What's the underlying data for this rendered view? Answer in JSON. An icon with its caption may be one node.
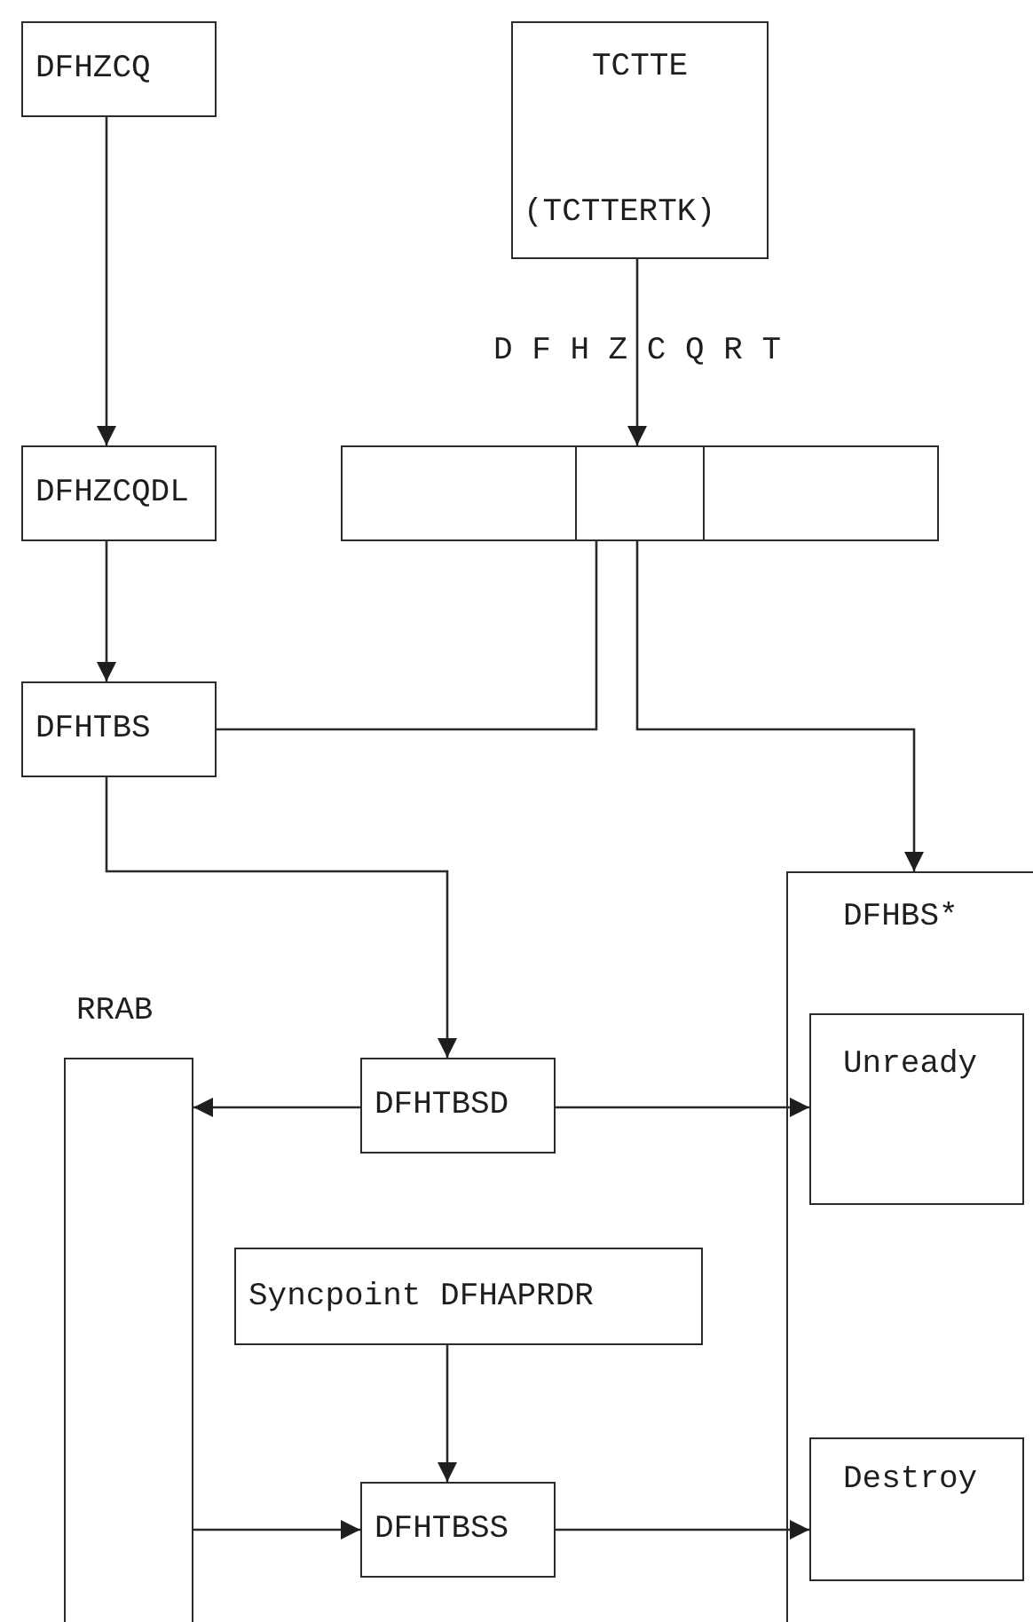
{
  "diagram": {
    "nodes": [
      {
        "text": [
          "DFHZCQ"
        ]
      },
      {
        "text": [
          "TCTTE",
          "(TCTTERTK)"
        ]
      },
      {
        "text": [
          "DFHZCQDL"
        ]
      },
      {
        "text": [],
        "shape": "box"
      },
      {
        "text": [],
        "shape": "box"
      },
      {
        "text": [],
        "shape": "box"
      },
      {
        "text": [
          "DFHTBS"
        ]
      },
      {
        "text": [
          "DFHBS*"
        ]
      },
      {
        "text": [
          "RRAB"
        ]
      },
      {
        "text": [
          "DFHTBSD"
        ]
      },
      {
        "text": [
          "Unready"
        ],
        "in": 7
      },
      {
        "text": [
          "Syncpoint DFHAPRDR"
        ]
      },
      {
        "text": [
          "Destroy"
        ],
        "in": 7
      },
      {
        "text": [
          "DFHTBSS"
        ]
      }
    ],
    "edges": [
      {
        "from": 0,
        "to": 2,
        "arrow": "to"
      },
      {
        "from": 1,
        "to": 4,
        "arrow": "to",
        "label": "D F H Z C Q R T"
      },
      {
        "from": 2,
        "to": 6,
        "arrow": "to"
      },
      {
        "from": 4,
        "to": 6,
        "arrow": "none"
      },
      {
        "from": 4,
        "to": 7,
        "arrow": "to"
      },
      {
        "from": 6,
        "to": 9,
        "arrow": "to"
      },
      {
        "from": 9,
        "to": 8,
        "arrow": "to"
      },
      {
        "from": 9,
        "to": 10,
        "arrow": "to"
      },
      {
        "from": 11,
        "to": 13,
        "arrow": "to"
      },
      {
        "from": 8,
        "to": 13,
        "arrow": "to"
      },
      {
        "from": 13,
        "to": 12,
        "arrow": "to"
      }
    ]
  }
}
